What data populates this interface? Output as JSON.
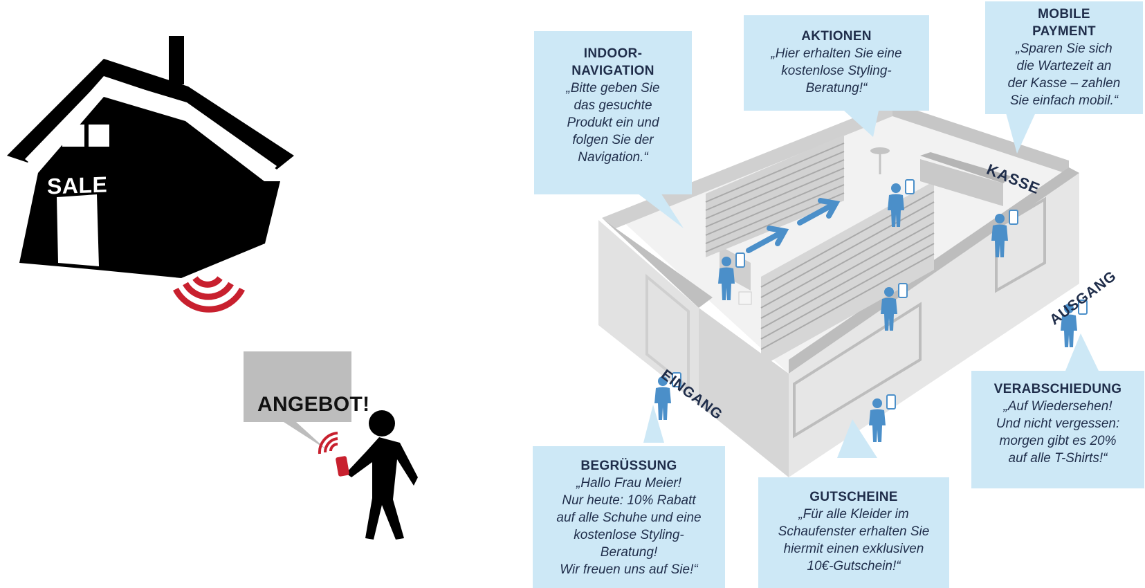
{
  "left": {
    "house_sign": "SALE",
    "bubble_text": "ANGEBOT!"
  },
  "store_labels": {
    "entrance": "EINGANG",
    "checkout": "KASSE",
    "exit": "AUSGANG"
  },
  "callouts": {
    "indoor_navigation": {
      "title_line1": "INDOOR-",
      "title_line2": "NAVIGATION",
      "lines": [
        "„Bitte geben Sie",
        "das gesuchte",
        "Produkt ein und",
        "folgen Sie der",
        "Navigation.“"
      ]
    },
    "actions": {
      "title": "AKTIONEN",
      "lines": [
        "„Hier erhalten Sie eine",
        "kostenlose Styling-",
        "Beratung!“"
      ]
    },
    "mobile_payment": {
      "title_line1": "MOBILE",
      "title_line2": "PAYMENT",
      "lines": [
        "„Sparen Sie sich",
        "die Wartezeit an",
        "der Kasse – zahlen",
        "Sie einfach mobil.“"
      ]
    },
    "greeting": {
      "title": "BEGRÜSSUNG",
      "lines": [
        "„Hallo Frau Meier!",
        "Nur heute: 10% Rabatt",
        "auf alle Schuhe und eine",
        "kostenlose Styling-",
        "Beratung!",
        "Wir freuen uns auf Sie!“"
      ]
    },
    "vouchers": {
      "title": "GUTSCHEINE",
      "lines": [
        "„Für alle Kleider im",
        "Schaufenster erhalten Sie",
        "hiermit einen exklusiven",
        "10€-Gutschein!“"
      ]
    },
    "farewell": {
      "title": "VERABSCHIEDUNG",
      "lines": [
        "„Auf Wiedersehen!",
        "Und nicht vergessen:",
        "morgen gibt es 20%",
        "auf alle T-Shirts!“"
      ]
    }
  },
  "colors": {
    "callout_bg": "#cde8f6",
    "text_dark": "#1f2d4a",
    "person_blue": "#4b8fc9",
    "beacon_red": "#c8202e",
    "wall_gray": "#d9d9d9"
  }
}
